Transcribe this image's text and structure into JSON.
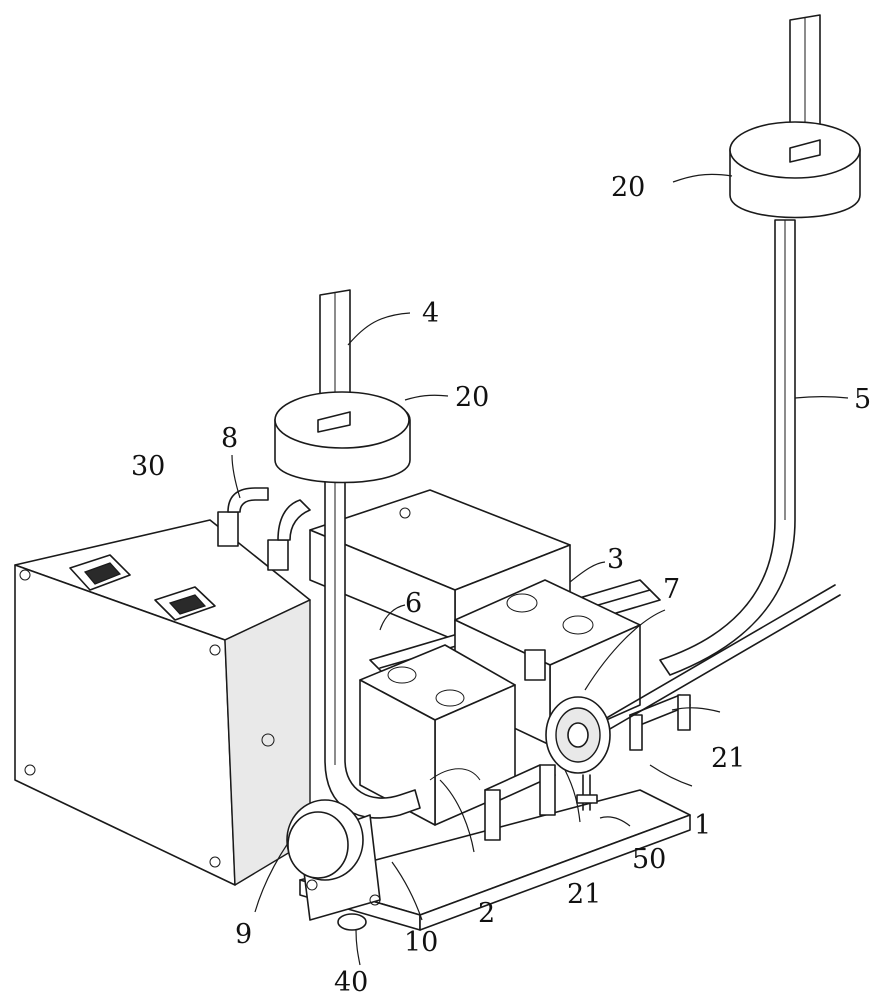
{
  "labels": [
    {
      "id": "20a",
      "text": "20"
    },
    {
      "id": "20b",
      "text": "20"
    },
    {
      "id": "4",
      "text": "4"
    },
    {
      "id": "5",
      "text": "5"
    },
    {
      "id": "8",
      "text": "8"
    },
    {
      "id": "30",
      "text": "30"
    },
    {
      "id": "3",
      "text": "3"
    },
    {
      "id": "6",
      "text": "6"
    },
    {
      "id": "7",
      "text": "7"
    },
    {
      "id": "21a",
      "text": "21"
    },
    {
      "id": "1",
      "text": "1"
    },
    {
      "id": "50",
      "text": "50"
    },
    {
      "id": "21b",
      "text": "21"
    },
    {
      "id": "2",
      "text": "2"
    },
    {
      "id": "9",
      "text": "9"
    },
    {
      "id": "10",
      "text": "10"
    },
    {
      "id": "40",
      "text": "40"
    }
  ]
}
